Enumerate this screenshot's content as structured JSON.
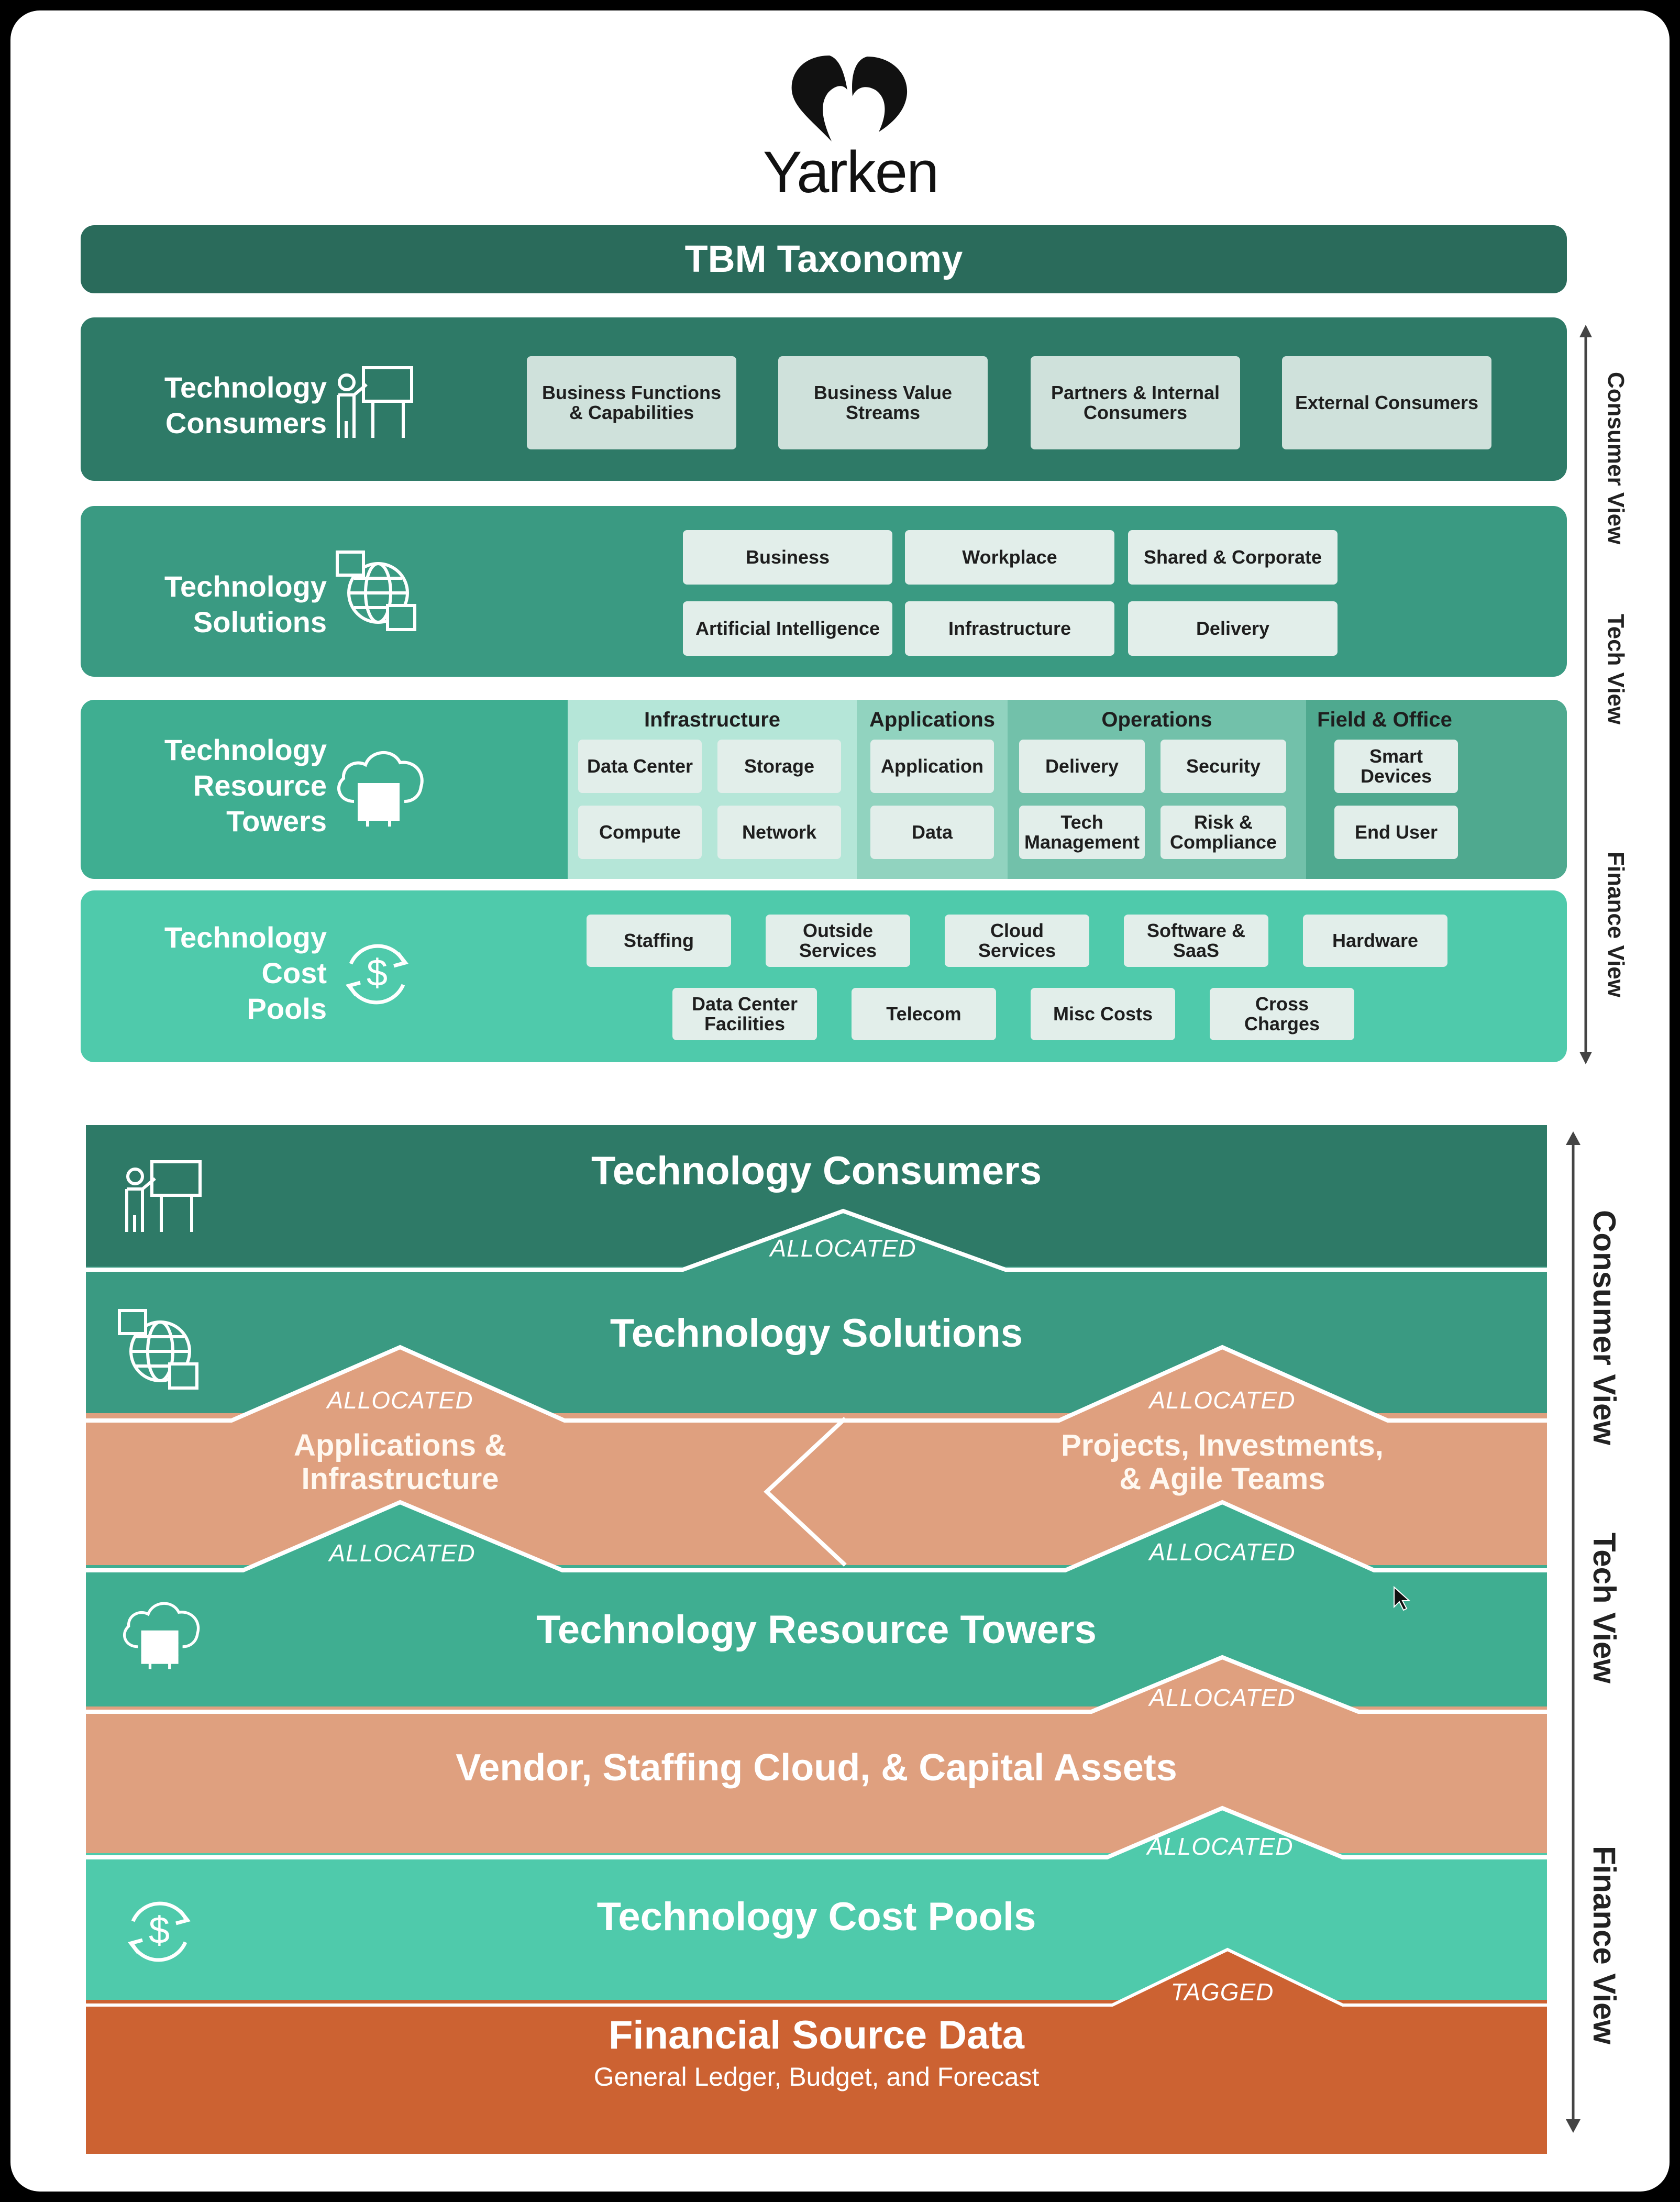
{
  "logo": {
    "text": "Yarken"
  },
  "taxonomy": {
    "title": "TBM Taxonomy",
    "consumers": {
      "label_lines": [
        "Technology",
        "Consumers"
      ],
      "icon": "presenter-icon",
      "items": [
        "Business Functions & Capabilities",
        "Business Value Streams",
        "Partners & Internal Consumers",
        "External Consumers"
      ]
    },
    "solutions": {
      "label_lines": [
        "Technology",
        "Solutions"
      ],
      "icon": "globe-puzzle-icon",
      "items": [
        "Business",
        "Workplace",
        "Shared & Corporate",
        "Artificial Intelligence",
        "Infrastructure",
        "Delivery"
      ]
    },
    "towers": {
      "label_lines": [
        "Technology",
        "Resource",
        "Towers"
      ],
      "icon": "cloud-server-icon",
      "groups": [
        {
          "title": "Infrastructure",
          "items": [
            "Data Center",
            "Storage",
            "Compute",
            "Network"
          ]
        },
        {
          "title": "Applications",
          "items": [
            "Application",
            "Data"
          ]
        },
        {
          "title": "Operations",
          "items": [
            "Delivery",
            "Security",
            "Tech Management",
            "Risk & Compliance"
          ]
        },
        {
          "title": "Field & Office",
          "items": [
            "Smart Devices",
            "End User"
          ]
        }
      ]
    },
    "cost_pools": {
      "label_lines": [
        "Technology",
        "Cost",
        "Pools"
      ],
      "icon": "dollar-cycle-icon",
      "items": [
        "Staffing",
        "Outside Services",
        "Cloud Services",
        "Software & SaaS",
        "Hardware",
        "Data Center Facilities",
        "Telecom",
        "Misc Costs",
        "Cross Charges"
      ]
    },
    "side_labels": [
      "Consumer View",
      "Tech View",
      "Finance View"
    ]
  },
  "flow": {
    "consumers": "Technology Consumers",
    "solutions": "Technology Solutions",
    "apps_infra": [
      "Applications &",
      "Infrastructure"
    ],
    "projects": [
      "Projects, Investments,",
      "& Agile Teams"
    ],
    "towers": "Technology Resource Towers",
    "vendor": "Vendor,  Staffing Cloud, & Capital Assets",
    "cost_pools": "Technology Cost Pools",
    "source": "Financial Source Data",
    "source_sub": "General Ledger, Budget, and Forecast",
    "allocated": "ALLOCATED",
    "tagged": "TAGGED",
    "side_labels": [
      "Consumer View",
      "Tech View",
      "Finance View"
    ]
  },
  "colors": {
    "consumers": "#2e7a67",
    "solutions": "#3a9a82",
    "towers": "#3fae91",
    "cost_pools": "#4fcaab",
    "orange_light": "#dfa07f",
    "orange_dark": "#cc6232"
  }
}
